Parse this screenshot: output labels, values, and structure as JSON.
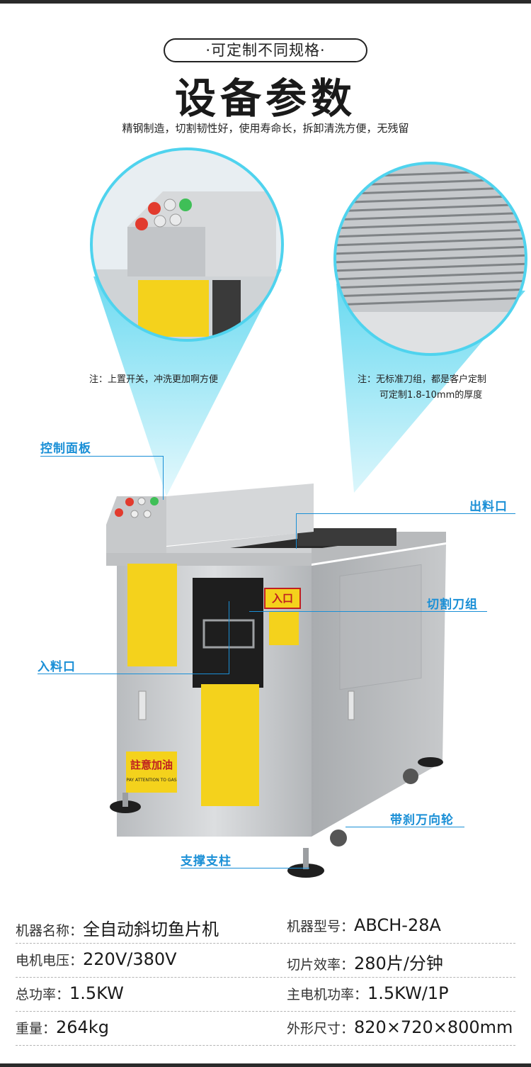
{
  "header": {
    "pill_text": "·可定制不同规格·",
    "title": "设备参数",
    "subtitle": "精钢制造，切割韧性好，使用寿命长，拆卸清洗方便，无残留"
  },
  "notes": {
    "left": "注：上置开关，冲洗更加啊方便",
    "right_line1": "注：无标准刀组，都是客户定制",
    "right_line2": "可定制1.8-10mm的厚度"
  },
  "callouts": {
    "control_panel": "控制面板",
    "outlet": "出料口",
    "blade_set": "切割刀组",
    "inlet": "入料口",
    "casters": "带刹万向轮",
    "support": "支撑支柱"
  },
  "machine_labels": {
    "inlet_sign": "入口",
    "oil_sign": "註意加油",
    "oil_sign_en": "PAY ATTENTION TO GAS"
  },
  "specs": [
    {
      "l_label": "机器名称：",
      "l_value": "全自动斜切鱼片机",
      "r_label": "机器型号：",
      "r_value": "ABCH-28A"
    },
    {
      "l_label": "电机电压：",
      "l_value": "220V/380V",
      "r_label": "切片效率：",
      "r_value": "280片/分钟"
    },
    {
      "l_label": "总功率：",
      "l_value": "1.5KW",
      "r_label": "主电机功率：",
      "r_value": "1.5KW/1P"
    },
    {
      "l_label": "重量：",
      "l_value": "264kg",
      "r_label": "外形尺寸：",
      "r_value": "820×720×800mm"
    }
  ],
  "colors": {
    "accent_blue": "#1a8fd6",
    "spotlight_cyan": "#4fd3ee",
    "steel": "#c9cbcd",
    "warning_yellow": "#f4d21c"
  }
}
